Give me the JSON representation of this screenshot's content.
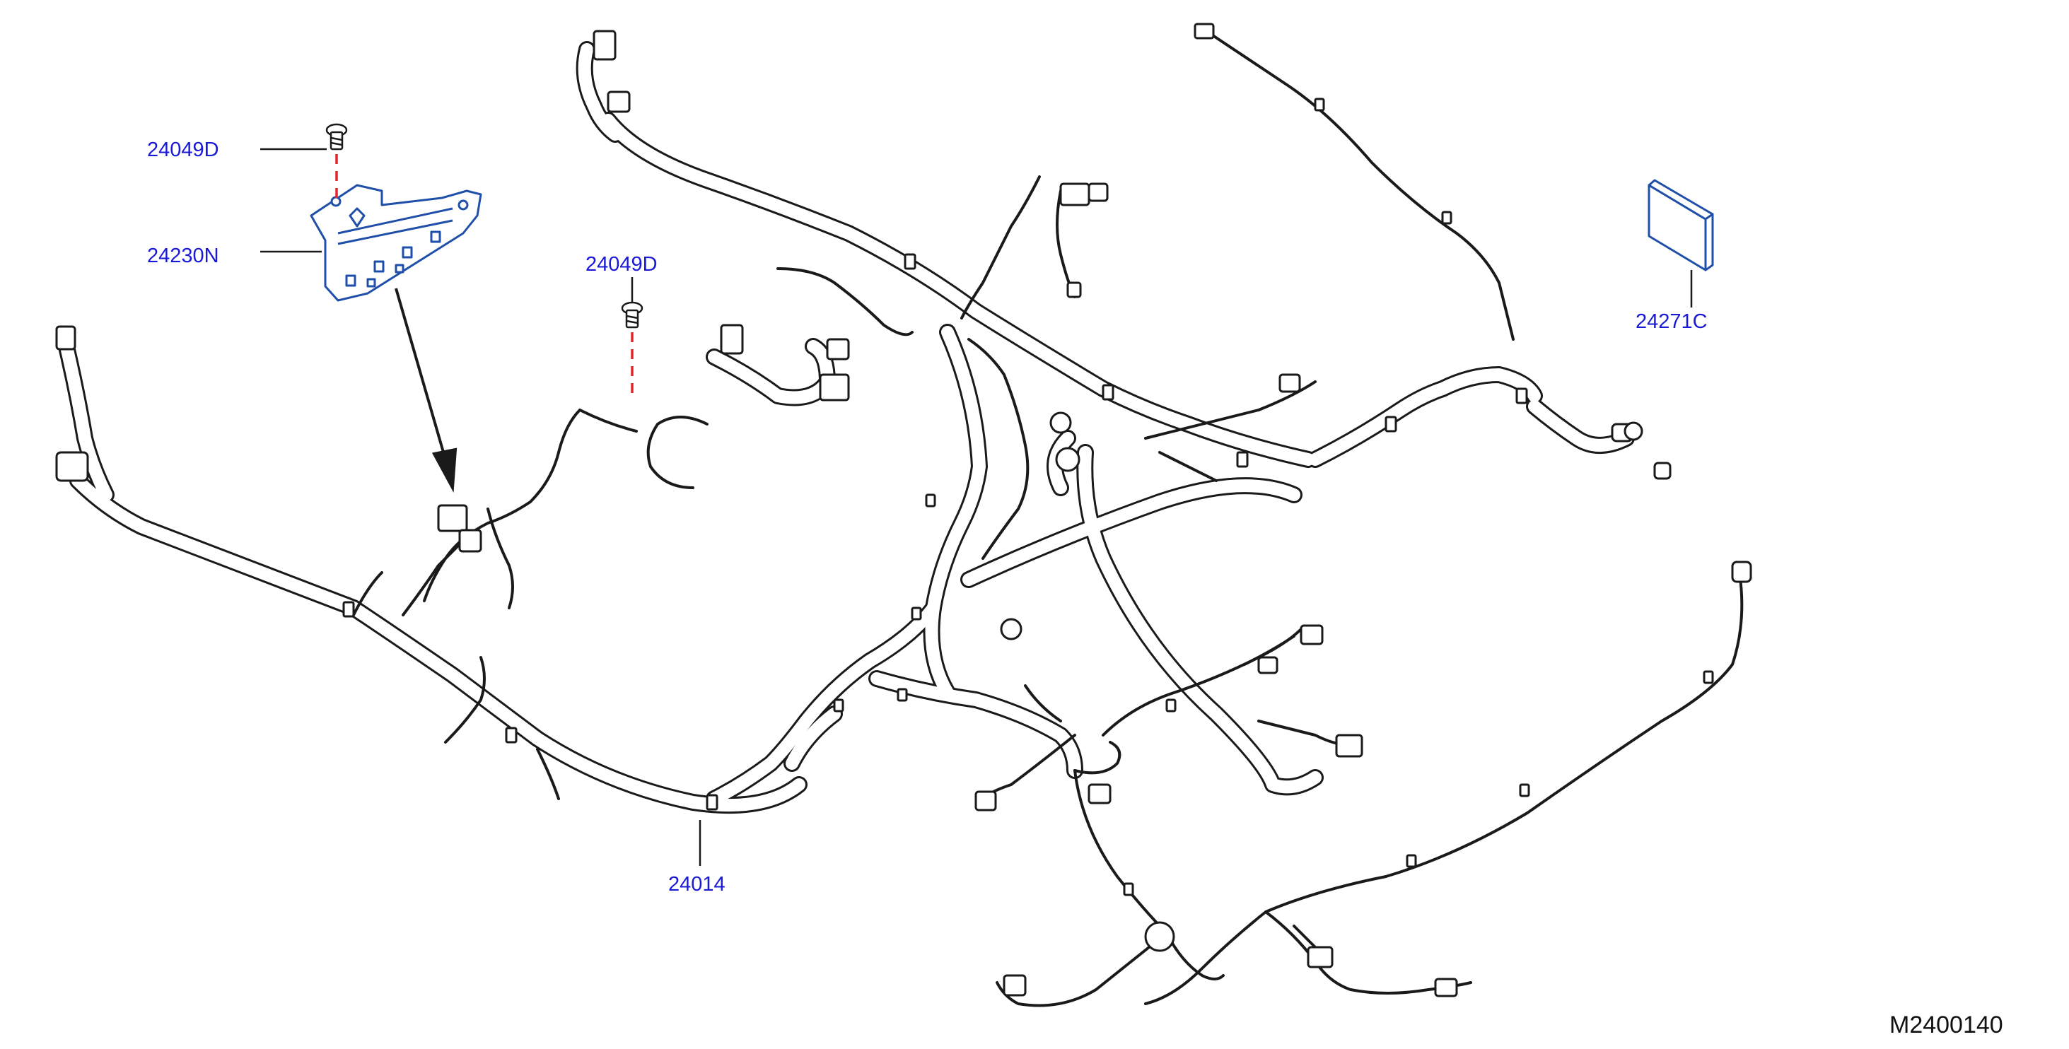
{
  "callouts": {
    "bolt_top": "24049D",
    "bracket": "24230N",
    "bolt_mid": "24049D",
    "main_harness": "24014",
    "label_plate": "24271C"
  },
  "figure_code": "M2400140",
  "colors": {
    "callout_text": "#1a1ad6",
    "callout_part": "#1f4fa8",
    "pointer_red": "#e0262b",
    "harness_line": "#1a1a1a",
    "harness_fill": "#ffffff"
  },
  "icons": {
    "bolt": "bolt-icon",
    "bracket": "bracket-icon",
    "label_plate": "label-plate-icon"
  }
}
